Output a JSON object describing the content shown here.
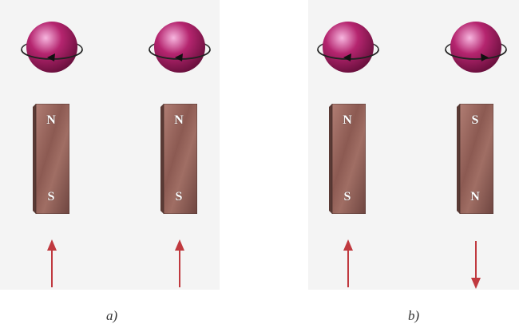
{
  "colors": {
    "sphere": "#b5256f",
    "magnet": "#8c5a52",
    "arrow": "#c0393f"
  },
  "panels": [
    {
      "caption": "a)",
      "units": [
        {
          "spin": "counterclockwise",
          "top_pole": "N",
          "bottom_pole": "S",
          "arrow": "up"
        },
        {
          "spin": "counterclockwise",
          "top_pole": "N",
          "bottom_pole": "S",
          "arrow": "up"
        }
      ]
    },
    {
      "caption": "b)",
      "units": [
        {
          "spin": "counterclockwise",
          "top_pole": "N",
          "bottom_pole": "S",
          "arrow": "up"
        },
        {
          "spin": "clockwise",
          "top_pole": "S",
          "bottom_pole": "N",
          "arrow": "down"
        }
      ]
    }
  ]
}
